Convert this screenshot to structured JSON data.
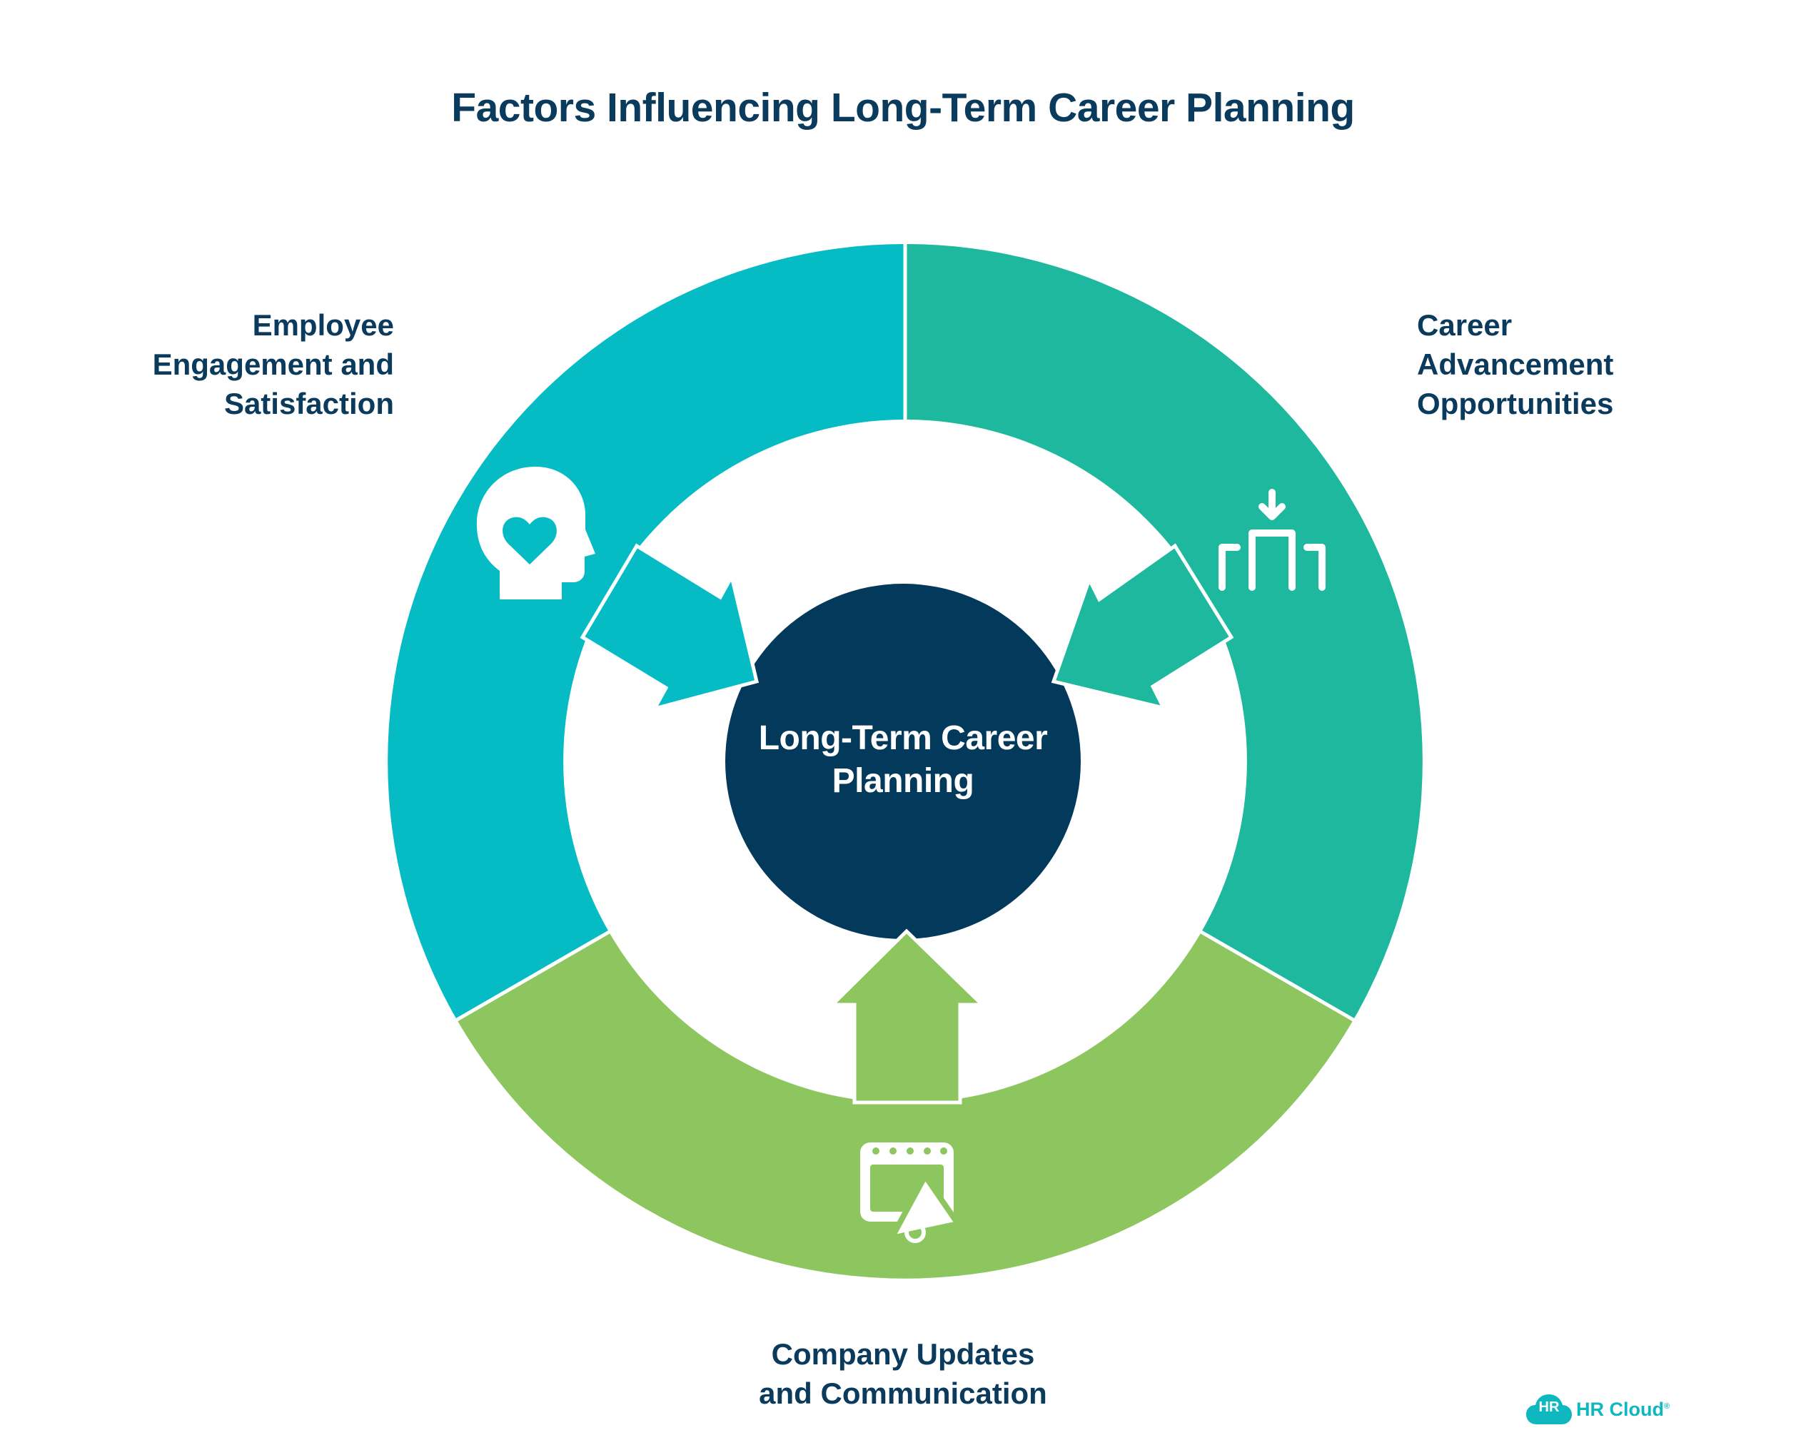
{
  "title": "Factors Influencing Long-Term Career Planning",
  "center": {
    "line1": "Long-Term Career",
    "line2": "Planning"
  },
  "segments": [
    {
      "id": "employee-engagement",
      "lines": [
        "Employee",
        "Engagement and",
        "Satisfaction"
      ],
      "color": "#05bcc4",
      "icon": "head-heart-icon"
    },
    {
      "id": "career-advancement",
      "lines": [
        "Career",
        "Advancement",
        "Opportunities"
      ],
      "color": "#1db89e",
      "icon": "career-path-icon"
    },
    {
      "id": "company-updates",
      "lines": [
        "Company Updates",
        "and Communication"
      ],
      "color": "#8dc65e",
      "icon": "announcement-screen-icon"
    }
  ],
  "center_color": "#033a5c",
  "logo": {
    "badge": "HR",
    "text": "HR Cloud",
    "mark": "®",
    "color": "#0fb8bf"
  }
}
